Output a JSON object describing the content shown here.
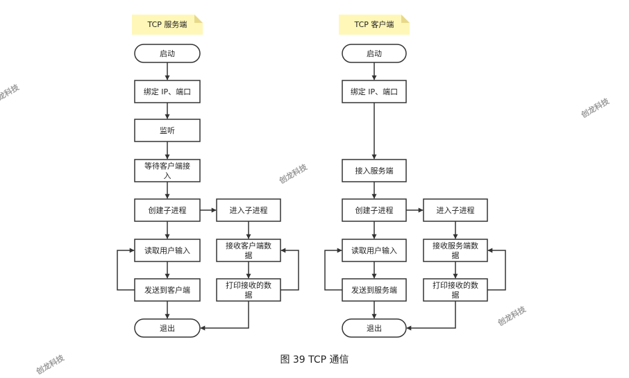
{
  "server": {
    "title": "TCP 服务端",
    "start": "启动",
    "bind": "绑定 IP、端口",
    "listen": "监听",
    "wait_1": "等待客户端接",
    "wait_2": "入",
    "fork": "创建子进程",
    "read_input": "读取用户输入",
    "send": "发送到客户端",
    "exit": "退出",
    "enter_child": "进入子进程",
    "recv_1": "接收客户端数",
    "recv_2": "据",
    "print_1": "打印接收的数",
    "print_2": "据"
  },
  "client": {
    "title": "TCP 客户端",
    "start": "启动",
    "bind": "绑定 IP、端口",
    "connect": "接入服务端",
    "fork": "创建子进程",
    "read_input": "读取用户输入",
    "send": "发送到服务端",
    "exit": "退出",
    "enter_child": "进入子进程",
    "recv_1": "接收服务端数",
    "recv_2": "据",
    "print_1": "打印接收的数",
    "print_2": "据"
  },
  "watermark": "创龙科技",
  "caption": "图 39 TCP 通信"
}
